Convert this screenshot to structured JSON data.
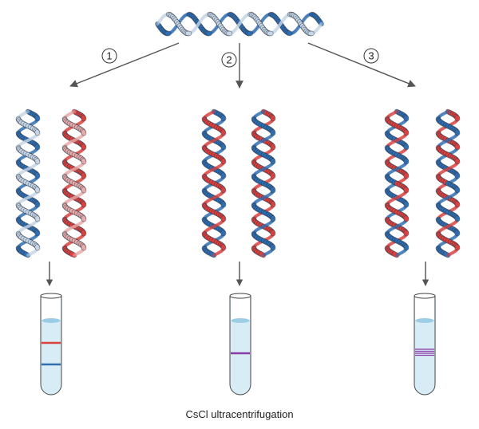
{
  "diagram": {
    "caption": "CsCl ultracentrifugation",
    "steps": [
      {
        "label": "1",
        "strands": [
          "blue",
          "red"
        ],
        "bands": [
          "red",
          "blue"
        ]
      },
      {
        "label": "2",
        "strands": [
          "hybrid",
          "hybrid"
        ],
        "bands": [
          "purple"
        ]
      },
      {
        "label": "3",
        "strands": [
          "mixed",
          "mixed"
        ],
        "bands": [
          "mixed"
        ]
      }
    ],
    "colors": {
      "blue": "#2f6db1",
      "blue_light": "#c6d6e6",
      "red": "#d9403e",
      "red_light": "#e8aaa8",
      "purple": "#8a3aa6",
      "tube_fill": "#d8ecf6",
      "liquid_top": "#9ccde6",
      "arrow": "#555555"
    }
  }
}
